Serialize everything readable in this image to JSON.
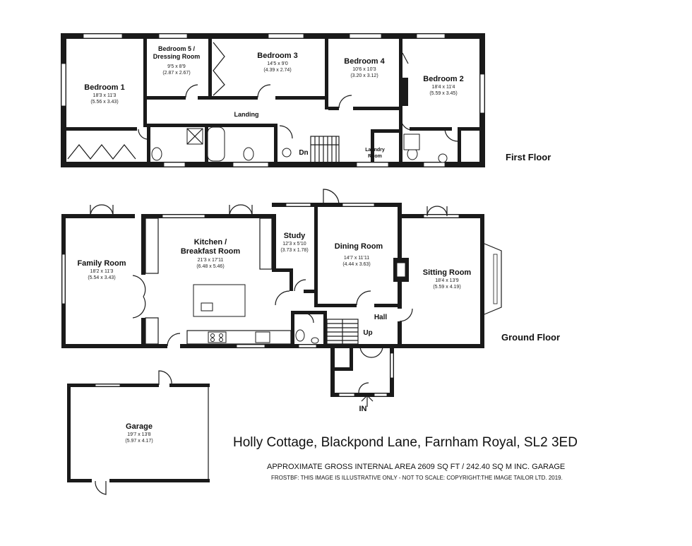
{
  "floors": {
    "first": "First Floor",
    "ground": "Ground Floor"
  },
  "rooms": {
    "bedroom1": {
      "name": "Bedroom 1",
      "dim1": "18'3 x 11'3",
      "dim2": "(5.56 x 3.43)"
    },
    "bedroom5": {
      "name1": "Bedroom 5 /",
      "name2": "Dressing Room",
      "dim1": "9'5 x 8'9",
      "dim2": "(2.87 x 2.67)"
    },
    "bedroom3": {
      "name": "Bedroom 3",
      "dim1": "14'5 x 9'0",
      "dim2": "(4.39 x 2.74)"
    },
    "bedroom4": {
      "name": "Bedroom 4",
      "dim1": "10'6 x 10'3",
      "dim2": "(3.20 x 3.12)"
    },
    "bedroom2": {
      "name": "Bedroom 2",
      "dim1": "18'4 x 11'4",
      "dim2": "(5.59 x 3.45)"
    },
    "landing": {
      "name": "Landing"
    },
    "laundry": {
      "name1": "Laundry",
      "name2": "Room"
    },
    "dn": {
      "name": "Dn"
    },
    "family": {
      "name": "Family Room",
      "dim1": "18'2 x 11'3",
      "dim2": "(5.54 x 3.43)"
    },
    "kitchen": {
      "name1": "Kitchen /",
      "name2": "Breakfast Room",
      "dim1": "21'3 x 17'11",
      "dim2": "(6.48 x 5.46)"
    },
    "study": {
      "name": "Study",
      "dim1": "12'3 x 5'10",
      "dim2": "(3.73 x 1.78)"
    },
    "dining": {
      "name": "Dining Room",
      "dim1": "14'7 x 11'11",
      "dim2": "(4.44 x 3.63)"
    },
    "sitting": {
      "name": "Sitting Room",
      "dim1": "18'4 x 13'9",
      "dim2": "(5.59 x 4.19)"
    },
    "hall": {
      "name": "Hall"
    },
    "up": {
      "name": "Up"
    },
    "entrance": {
      "name": "IN"
    },
    "garage": {
      "name": "Garage",
      "dim1": "19'7 x 13'8",
      "dim2": "(5.97 x 4.17)"
    }
  },
  "footer": {
    "address": "Holly Cottage, Blackpond Lane, Farnham Royal, SL2 3ED",
    "area": "APPROXIMATE GROSS INTERNAL AREA 2609 SQ FT / 242.40 SQ M INC. GARAGE",
    "disclaimer": "FROSTBF: THIS IMAGE IS ILLUSTRATIVE ONLY - NOT TO SCALE: COPYRIGHT:THE IMAGE TAILOR LTD. 2019."
  }
}
